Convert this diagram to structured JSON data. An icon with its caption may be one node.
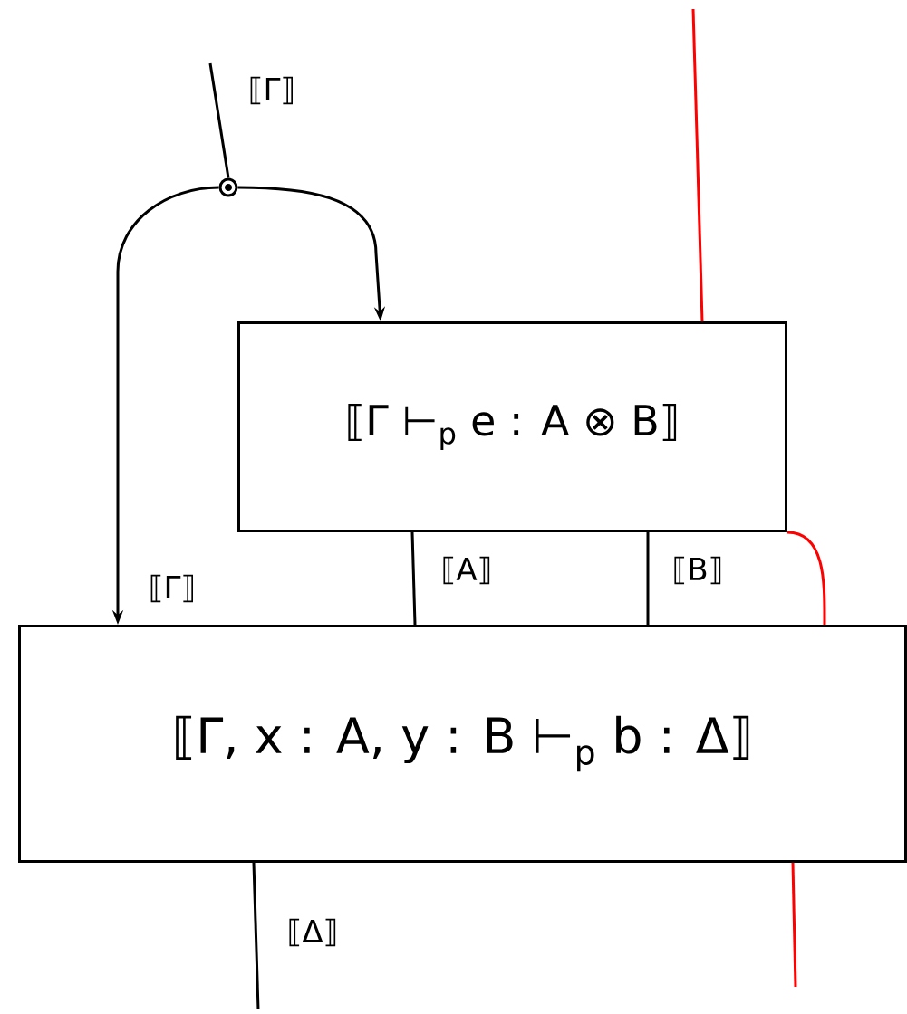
{
  "diagram": {
    "nodes": [
      {
        "text": [
          "⟦Γ ⊢$_{p}$ e : A ⊗ B⟧"
        ]
      },
      {
        "text": [
          "⟦Γ, x : A, y : B ⊢$_{p}$ b : Δ⟧"
        ]
      },
      {
        "text": [],
        "shape": "circle"
      }
    ],
    "edges": [
      {
        "from": null,
        "to": 2,
        "arrow": "none",
        "label": "⟦Γ⟧"
      },
      {
        "from": 2,
        "to": 1,
        "arrow": "to",
        "label": "⟦Γ⟧"
      },
      {
        "from": 2,
        "to": 0,
        "arrow": "to"
      },
      {
        "from": 0,
        "to": 1,
        "arrow": "none",
        "label": "⟦A⟧"
      },
      {
        "from": 0,
        "to": 1,
        "arrow": "none",
        "label": "⟦B⟧"
      },
      {
        "from": null,
        "to": 0,
        "arrow": "none",
        "color": "#ff0000"
      },
      {
        "from": 0,
        "to": 1,
        "arrow": "none",
        "color": "#ff0000"
      },
      {
        "from": 1,
        "to": null,
        "arrow": "none",
        "label": "⟦Δ⟧"
      },
      {
        "from": 1,
        "to": null,
        "arrow": "none",
        "color": "#ff0000"
      }
    ]
  }
}
